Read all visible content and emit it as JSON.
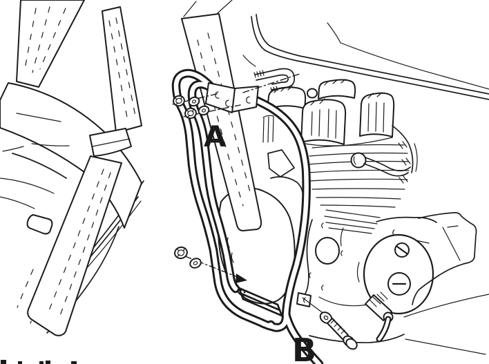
{
  "figure": {
    "type": "technical-line-illustration",
    "subject": "Motorcycle engine guard mounting diagram, side view of front wheel, frame downtube and engine",
    "ink_color": "#1b1b1b",
    "paper_color": "#ffffff",
    "bottom_caption_clipped": true
  },
  "labels": {
    "a": "A",
    "b": "B"
  },
  "parts": {
    "guard": "Engine guard tube",
    "bracket": "Upper clamp bracket",
    "ubolt": "U-bolt clamp",
    "nut": "Flange nut",
    "washer": "Washer",
    "bolt": "Hex bolt",
    "downtube": "Frame downtube",
    "fork": "Front fork",
    "fender": "Front fender",
    "wheel": "Front wheel",
    "engine": "Engine",
    "head": "Cylinder head with cooling fins",
    "covers": "Rocker covers",
    "crankcase": "Crankcase with clutch cover",
    "kick": "Kickstart lever",
    "plateLower": "Lower mounting plate"
  }
}
